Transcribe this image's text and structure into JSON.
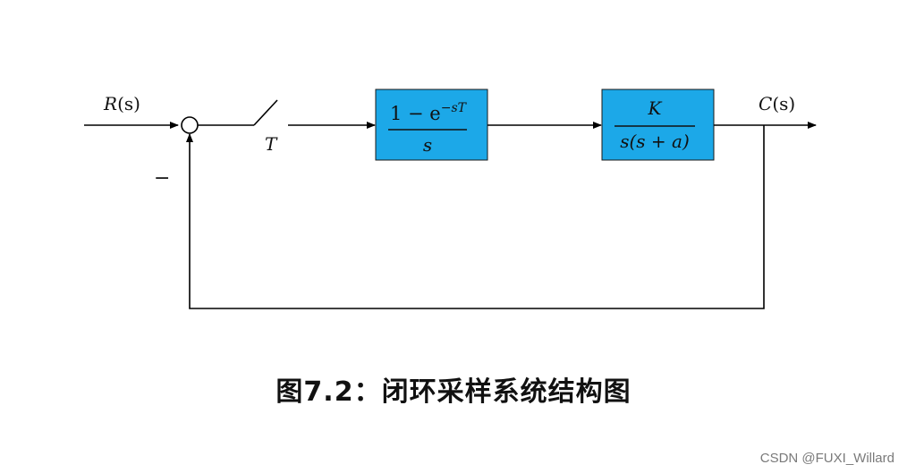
{
  "diagram": {
    "input_label": "R(s)",
    "input_label_letter": "R",
    "input_label_arg": "(s)",
    "output_label_letter": "C",
    "output_label_arg": "(s)",
    "sampler_label": "T",
    "feedback_sign": "−",
    "zoh_block": {
      "numerator_prefix": "1 − e",
      "numerator_exponent": "−sT",
      "denominator": "s"
    },
    "plant_block": {
      "numerator": "K",
      "denominator": "s(s + a)"
    },
    "colors": {
      "block_fill": "#1CA8E8",
      "line": "#000000"
    }
  },
  "caption": "图7.2：闭环采样系统结构图",
  "watermark": "CSDN @FUXI_Willard"
}
